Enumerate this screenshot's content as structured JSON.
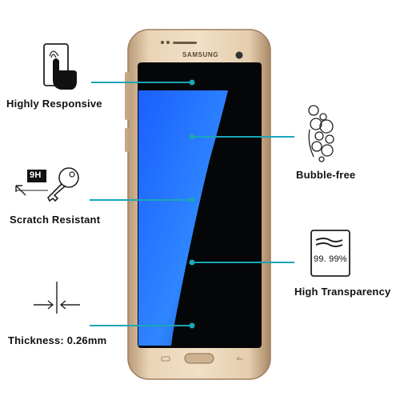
{
  "phone": {
    "brand": "SAMSUNG"
  },
  "features": {
    "highly_responsive": {
      "label": "Highly Responsive",
      "icon": "touch-finger-icon"
    },
    "scratch_resistant": {
      "label": "Scratch Resistant",
      "icon": "key-scratch-icon",
      "hardness": "9H"
    },
    "thickness": {
      "label": "Thickness: 0.26mm",
      "icon": "thickness-arrows-icon"
    },
    "bubble_free": {
      "label": "Bubble-free",
      "icon": "bubbles-icon"
    },
    "high_transparency": {
      "label": "High Transparency",
      "icon": "transparency-icon",
      "value": "99. 99%"
    }
  },
  "colors": {
    "callout_line": "#1aa6b7",
    "screen_blue": "#1f6fff",
    "frame_gold": "#d8bd9a"
  }
}
